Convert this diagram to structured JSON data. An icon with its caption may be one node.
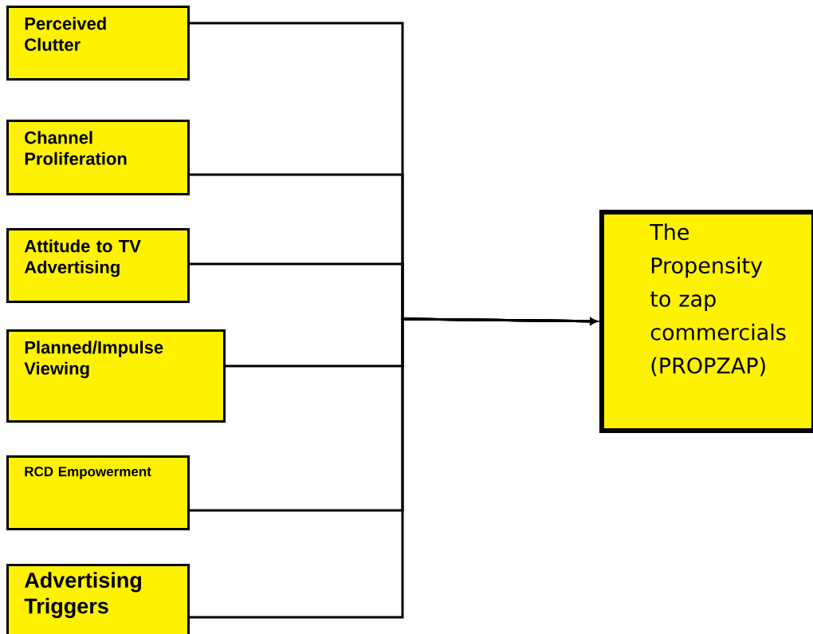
{
  "diagram": {
    "nodes": [
      {
        "text": [
          "Perceived Clutter"
        ]
      },
      {
        "text": [
          "Channel Proliferation"
        ]
      },
      {
        "text": [
          "Attitude to TV Advertising"
        ]
      },
      {
        "text": [
          "Planned/Impulse Viewing"
        ]
      },
      {
        "text": [
          "RCD Empowerment"
        ]
      },
      {
        "text": [
          "Advertising Triggers"
        ]
      },
      {
        "text": [
          "The Propensity to zap commercials (PROPZAP)"
        ]
      }
    ],
    "edges": [
      {
        "from": 0,
        "to": 6,
        "arrow": "to"
      },
      {
        "from": 1,
        "to": 6,
        "arrow": "to"
      },
      {
        "from": 2,
        "to": 6,
        "arrow": "to"
      },
      {
        "from": 3,
        "to": 6,
        "arrow": "to"
      },
      {
        "from": 4,
        "to": 6,
        "arrow": "to"
      },
      {
        "from": 5,
        "to": 6,
        "arrow": "to"
      }
    ]
  }
}
